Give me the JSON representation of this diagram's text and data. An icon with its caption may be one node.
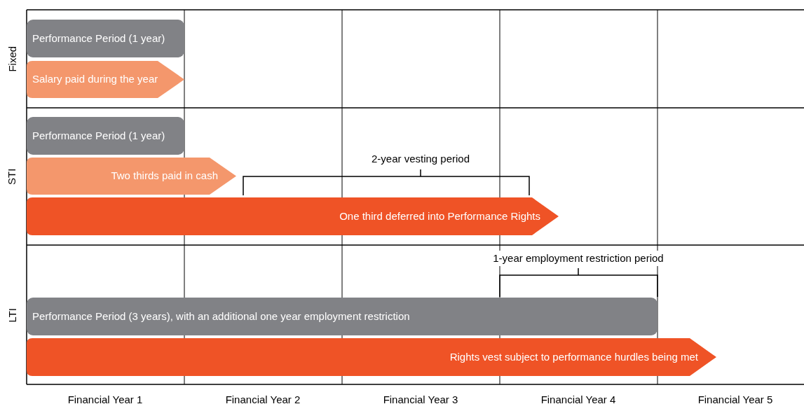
{
  "diagram": {
    "nodes": [
      {
        "text": [
          "Performance Period (1 year)"
        ]
      },
      {
        "text": [
          "Salary paid during the year"
        ]
      },
      {
        "text": [
          "Performance Period (1 year)"
        ]
      },
      {
        "text": [
          "Two thirds paid in cash"
        ]
      },
      {
        "text": [
          "One third deferred into Performance Rights"
        ]
      },
      {
        "text": [
          "Performance Period (3 years), with an additional one year employment restriction"
        ]
      },
      {
        "text": [
          "Rights vest subject to performance hurdles being met"
        ]
      }
    ],
    "labels": [
      "Fixed",
      "STI",
      "2-year vesting period",
      "1-year employment restriction period",
      "LTI",
      "Financial Year 1",
      "Financial Year 2",
      "Financial Year 3",
      "Financial Year 4",
      "Financial Year 5"
    ]
  }
}
